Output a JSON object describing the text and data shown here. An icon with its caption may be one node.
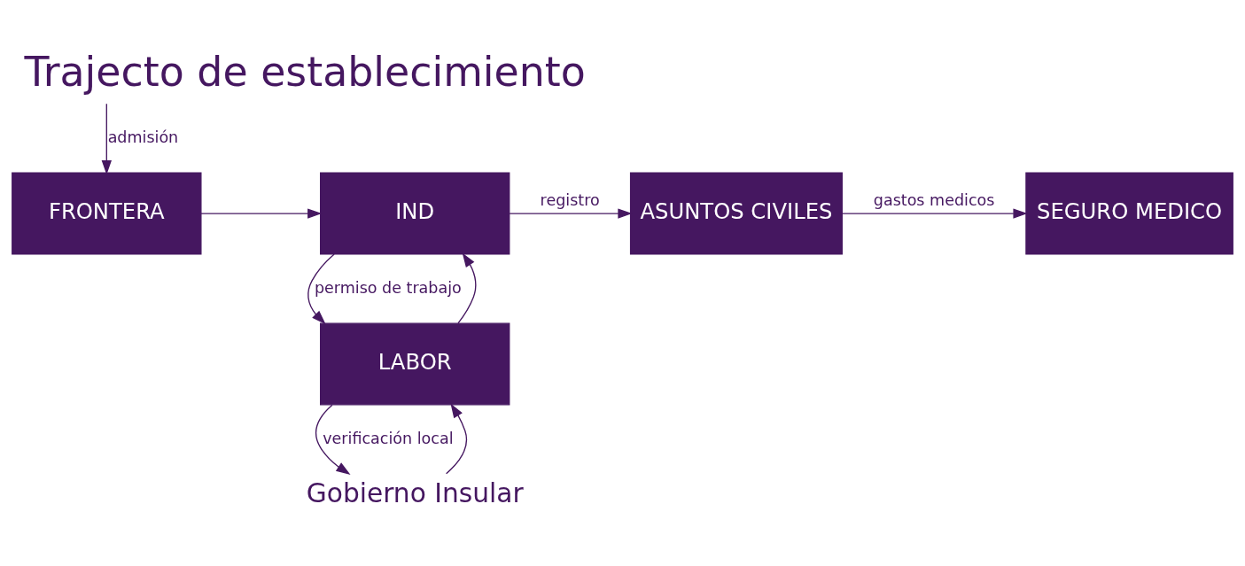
{
  "diagram": {
    "title": "Trajecto de establecimiento",
    "nodes": [
      {
        "text": [
          "FRONTERA"
        ]
      },
      {
        "text": [
          "IND"
        ]
      },
      {
        "text": [
          "ASUNTOS CIVILES"
        ]
      },
      {
        "text": [
          "SEGURO MEDICO"
        ]
      },
      {
        "text": [
          "LABOR"
        ]
      },
      {
        "text": [
          "Gobierno Insular"
        ]
      }
    ],
    "edges": [
      {
        "from": null,
        "to": 0,
        "arrow": "to",
        "label": "admisión"
      },
      {
        "from": 0,
        "to": 1,
        "arrow": "to"
      },
      {
        "from": 1,
        "to": 2,
        "arrow": "to",
        "label": "registro"
      },
      {
        "from": 2,
        "to": 3,
        "arrow": "to",
        "label": "gastos medicos"
      },
      {
        "from": 1,
        "to": 4,
        "arrow": "to",
        "label": "permiso de trabajo"
      },
      {
        "from": 4,
        "to": 1,
        "arrow": "to"
      },
      {
        "from": 4,
        "to": 5,
        "arrow": "to",
        "label": "verificación local"
      },
      {
        "from": 5,
        "to": 4,
        "arrow": "to"
      }
    ]
  }
}
